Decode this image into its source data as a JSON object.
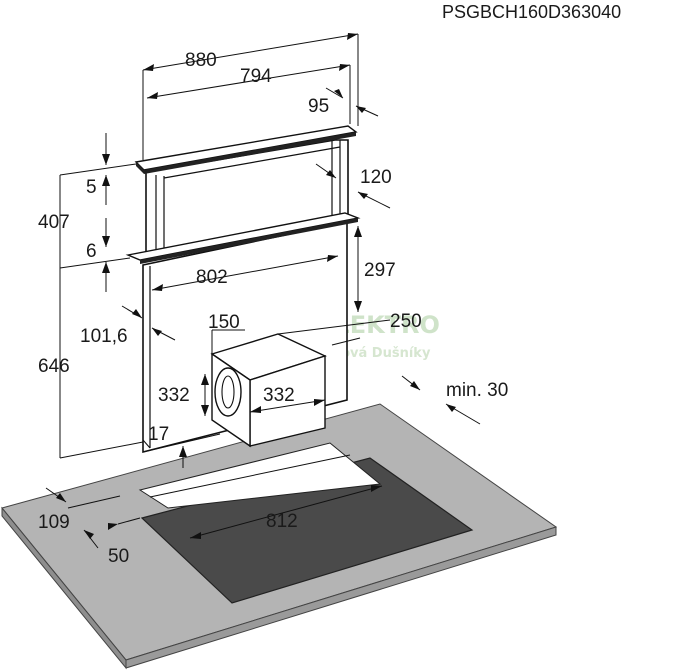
{
  "product_code": "PSGBCH160D363040",
  "watermark": {
    "line1": "ELEKTRO",
    "line2": "Trhová Dušníky"
  },
  "dimensions": {
    "width_total": "880",
    "width_inner": "794",
    "depth_top": "95",
    "top_thickness": "5",
    "top_height": "120",
    "height_upper": "407",
    "frame_thickness": "6",
    "body_width": "802",
    "travel": "297",
    "side_offset": "101,6",
    "height_lower": "646",
    "duct_width": "150",
    "duct_depth": "250",
    "motor_height": "332",
    "motor_width": "332",
    "min_clearance": "min. 30",
    "base_offset": "17",
    "cutout_offset": "109",
    "edge_offset": "50",
    "cutout_width": "812"
  }
}
